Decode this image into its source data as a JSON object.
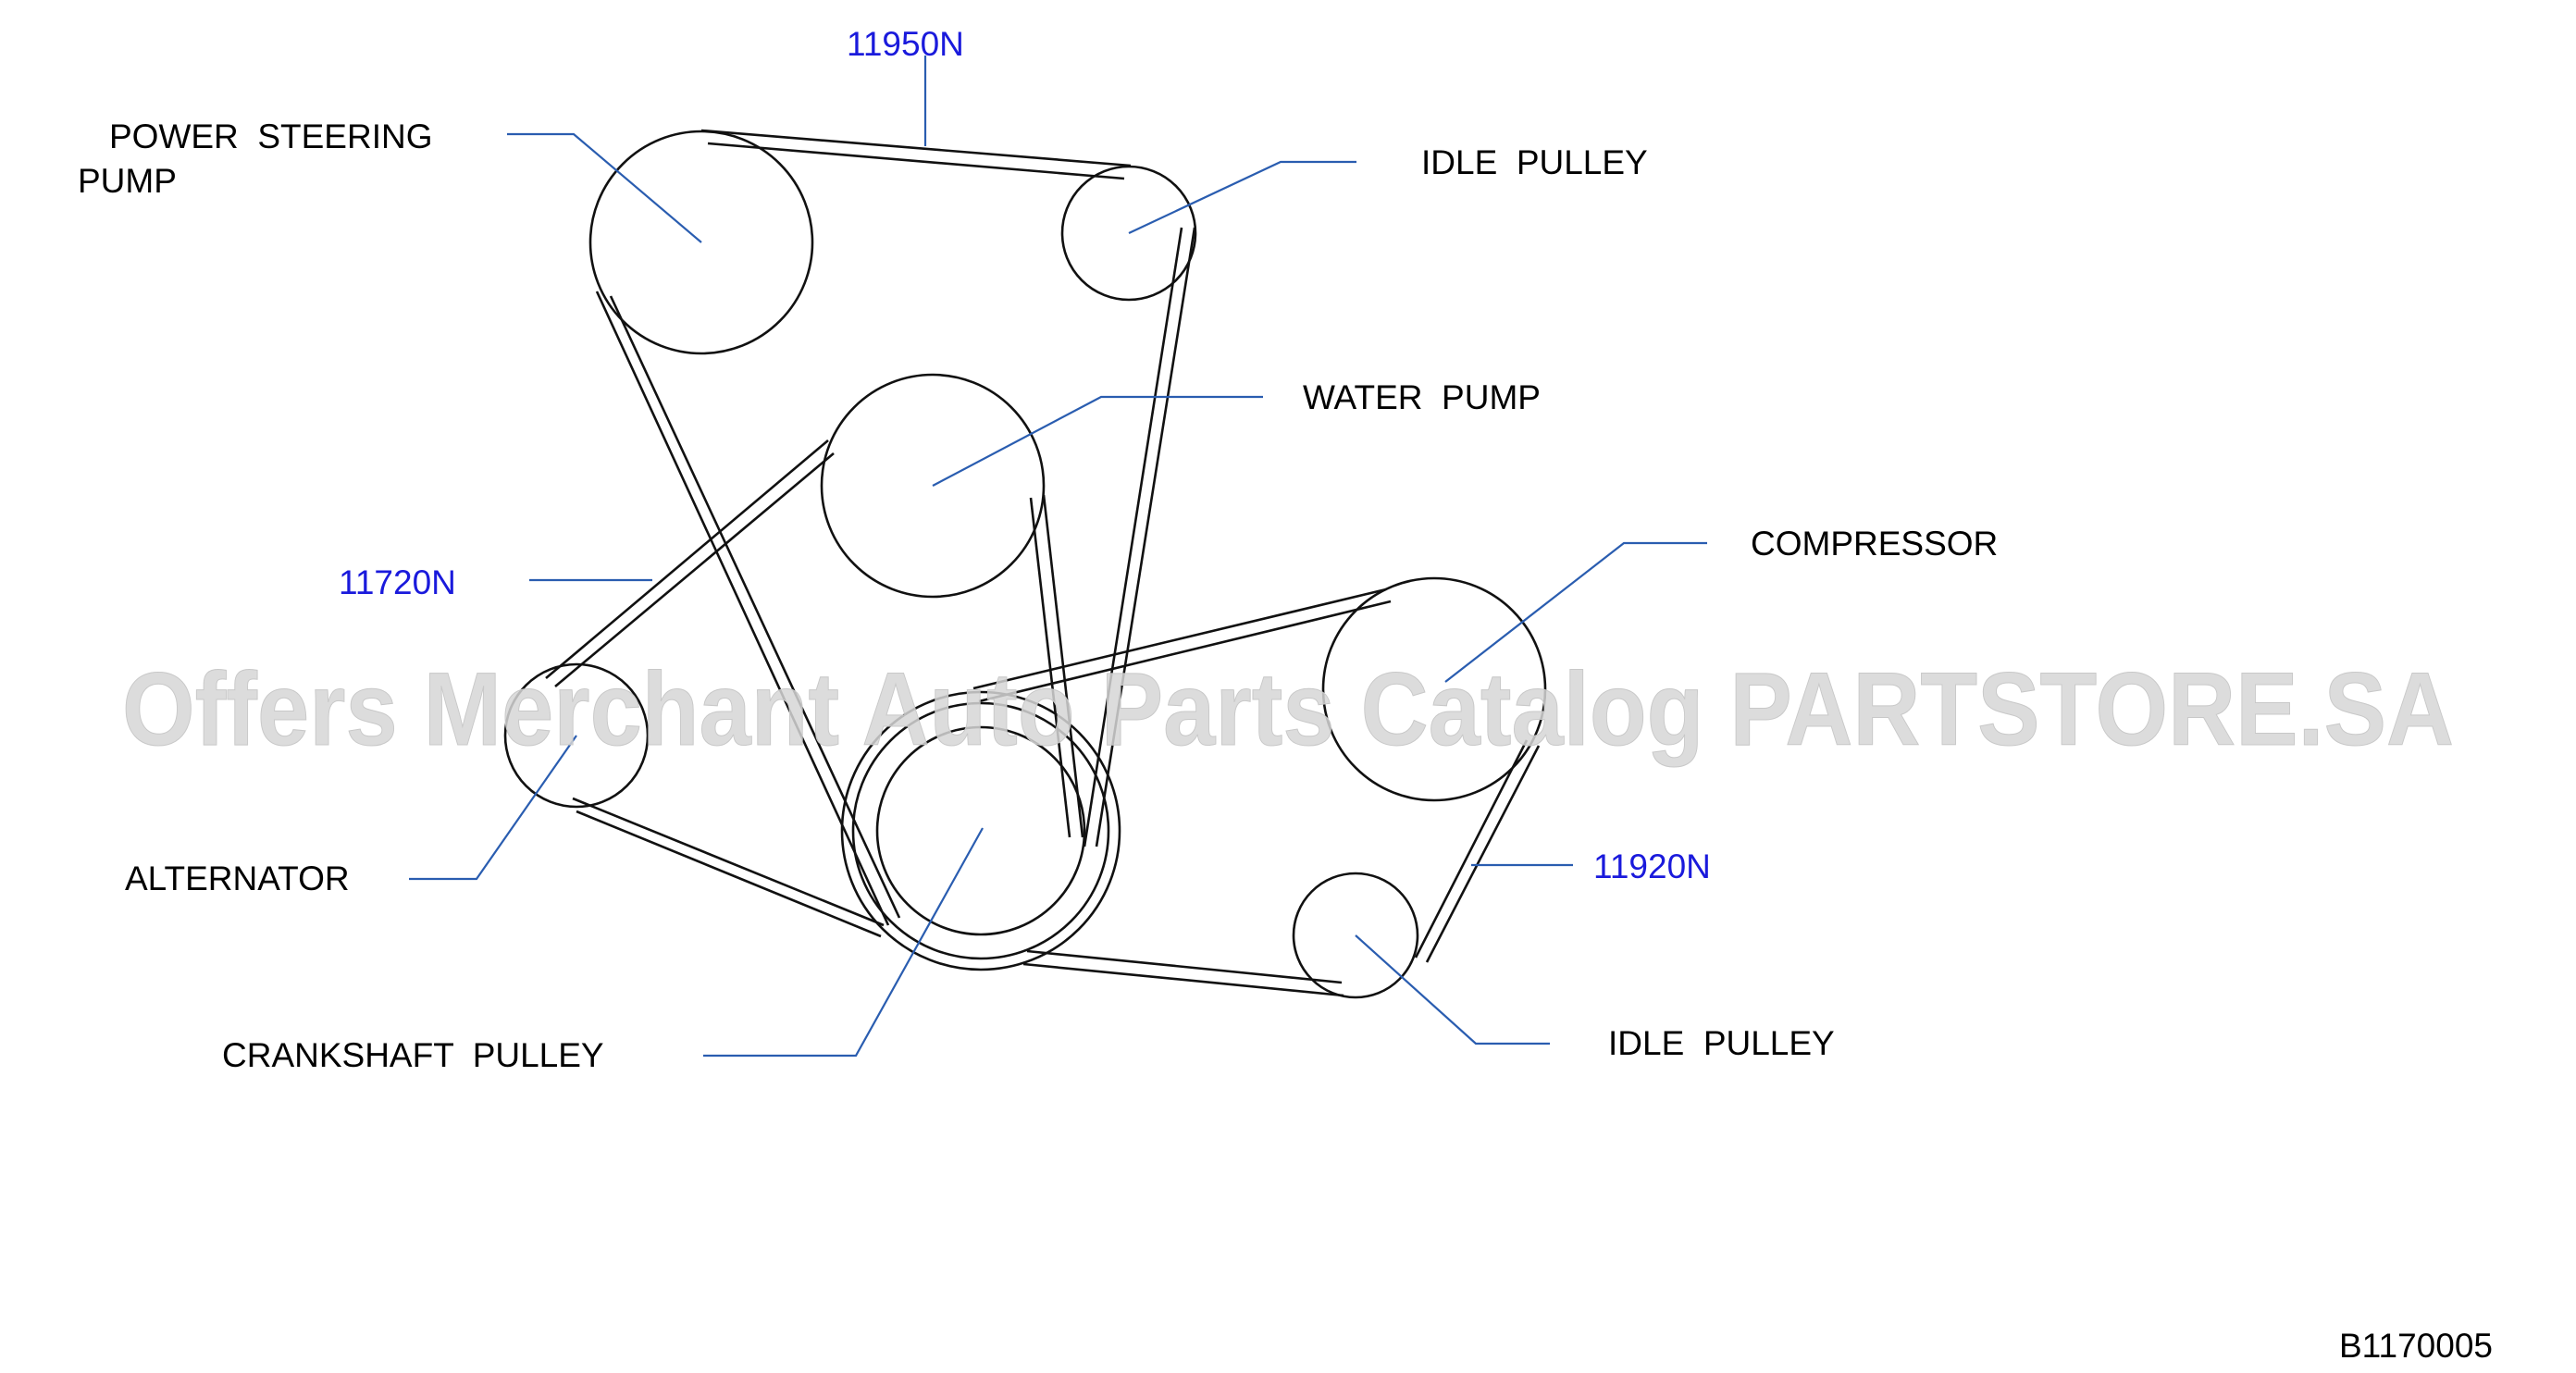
{
  "labels": {
    "power_steering_line1": "POWER  STEERING",
    "power_steering_line2": "PUMP",
    "idle_pulley_top": "IDLE  PULLEY",
    "water_pump": "WATER  PUMP",
    "compressor": "COMPRESSOR",
    "alternator": "ALTERNATOR",
    "crankshaft_pulley": "CRANKSHAFT  PULLEY",
    "idle_pulley_bottom": "IDLE  PULLEY"
  },
  "part_numbers": {
    "belt_top": "11950N",
    "belt_left": "11720N",
    "belt_right": "11920N"
  },
  "diagram_code": "B1170005",
  "watermark": "Offers Merchant Auto Parts Catalog PARTSTORE.SA",
  "colors": {
    "part_number": "#1a1adc",
    "leader_line": "#2a5db0",
    "outline": "#111111",
    "watermark": "#d6d6d6"
  }
}
